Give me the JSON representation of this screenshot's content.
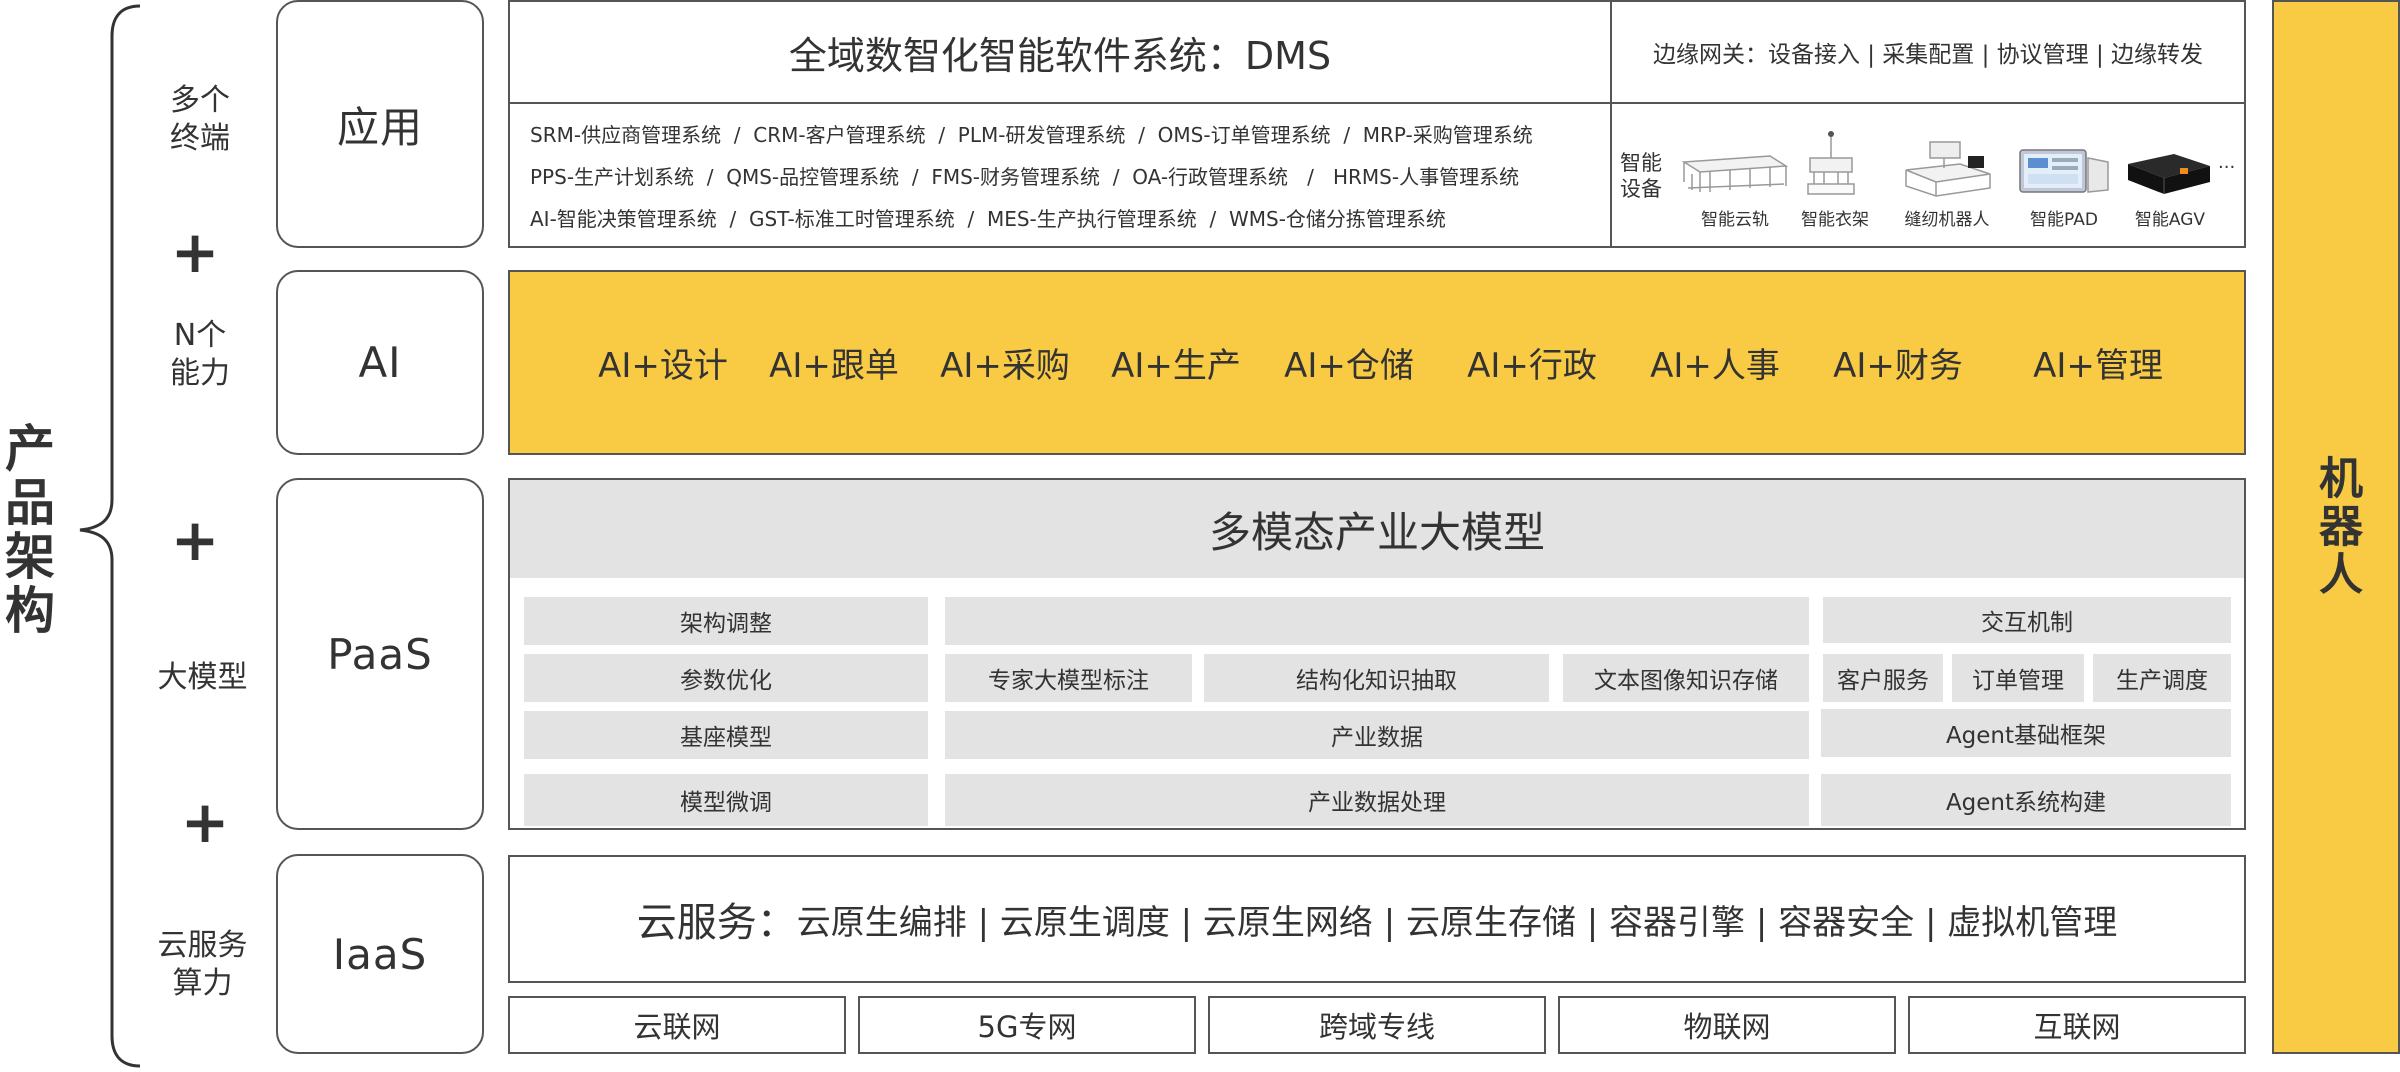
{
  "left_title": "产品架构",
  "left_labels": [
    "多个\n终端",
    "N个\n能力",
    "大模型",
    "云服务\n算力"
  ],
  "plus_sign": "+",
  "layers": [
    "应用",
    "AI",
    "PaaS",
    "IaaS"
  ],
  "app": {
    "dms_title": "全域数智化智能软件系统：DMS",
    "systems": [
      [
        "SRM-供应商管理系统",
        "CRM-客户管理系统",
        "PLM-研发管理系统",
        "OMS-订单管理系统",
        "MRP-采购管理系统"
      ],
      [
        "PPS-生产计划系统",
        "QMS-品控管理系统",
        "FMS-财务管理系统",
        "OA-行政管理系统",
        "HRMS-人事管理系统"
      ],
      [
        "AI-智能决策管理系统",
        "GST-标准工时管理系统",
        "MES-生产执行管理系统",
        "WMS-仓储分拣管理系统"
      ]
    ],
    "separator": "/",
    "gateway_text": "边缘网关：设备接入 | 采集配置 | 协议管理 | 边缘转发",
    "devices_title": "智能\n设备",
    "devices": [
      {
        "label": "智能云轨",
        "icon": "smart-rail-icon"
      },
      {
        "label": "智能衣架",
        "icon": "smart-hanger-icon"
      },
      {
        "label": "缝纫机器人",
        "icon": "sewing-robot-icon"
      },
      {
        "label": "智能PAD",
        "icon": "smart-pad-icon"
      },
      {
        "label": "智能AGV",
        "icon": "agv-icon"
      }
    ],
    "devices_more": "..."
  },
  "ai": {
    "items": [
      "AI+设计",
      "AI+跟单",
      "AI+采购",
      "AI+生产",
      "AI+仓储",
      "AI+行政",
      "AI+人事",
      "AI+财务",
      "AI+管理"
    ]
  },
  "paas": {
    "title": "多模态产业大模型",
    "left": [
      "架构调整",
      "参数优化",
      "基座模型",
      "模型微调"
    ],
    "center_row": [
      "专家大模型标注",
      "结构化知识抽取",
      "文本图像知识存储"
    ],
    "industry_data": "产业数据",
    "industry_processing": "产业数据处理",
    "interaction": "交互机制",
    "agents": [
      "客户服务",
      "订单管理",
      "生产调度"
    ],
    "agent_framework": "Agent基础框架",
    "agent_build": "Agent系统构建"
  },
  "iaas": {
    "prefix": "云服务：",
    "items": "云原生编排 | 云原生调度 | 云原生网络 | 云原生存储 | 容器引擎 | 容器安全 | 虚拟机管理"
  },
  "networks": [
    "云联网",
    "5G专网",
    "跨域专线",
    "物联网",
    "互联网"
  ],
  "robot": "机器人",
  "colors": {
    "accent": "#f9cb45",
    "gray": "#e3e3e3",
    "border": "#555555",
    "text": "#333333"
  }
}
